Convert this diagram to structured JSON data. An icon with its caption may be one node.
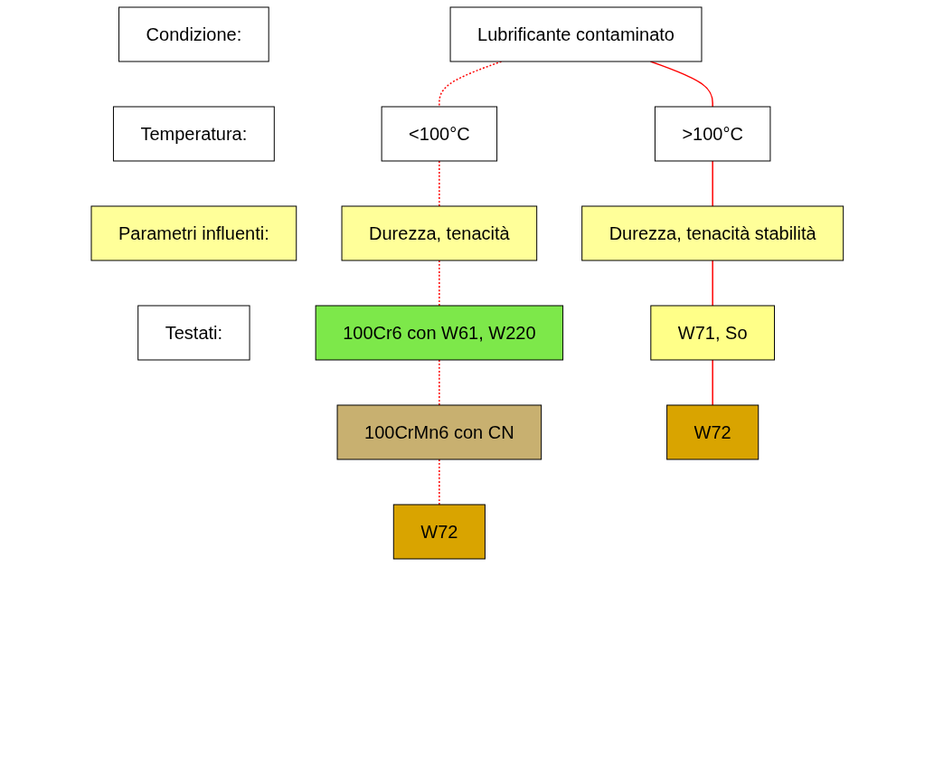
{
  "diagram": {
    "nodes": [
      {
        "text": [
          "Condizione:"
        ]
      },
      {
        "text": [
          "Lubrificante contaminato"
        ]
      },
      {
        "text": [
          "Temperatura:"
        ]
      },
      {
        "text": [
          "<100°C"
        ]
      },
      {
        "text": [
          ">100°C"
        ]
      },
      {
        "text": [
          "Parametri influenti:"
        ]
      },
      {
        "text": [
          "Durezza, tenacità"
        ]
      },
      {
        "text": [
          "Durezza, tenacità stabilità"
        ]
      },
      {
        "text": [
          "Testati:"
        ]
      },
      {
        "text": [
          "100Cr6 con W61, W220"
        ]
      },
      {
        "text": [
          "W71, So"
        ]
      },
      {
        "text": [
          "100CrMn6 con CN"
        ]
      },
      {
        "text": [
          "W72"
        ]
      },
      {
        "text": [
          "W72"
        ]
      }
    ],
    "edges": [
      {
        "from": 1,
        "to": 3,
        "arrow": "none",
        "style": "dashed"
      },
      {
        "from": 3,
        "to": 6,
        "arrow": "none",
        "style": "dashed"
      },
      {
        "from": 6,
        "to": 9,
        "arrow": "none",
        "style": "dashed"
      },
      {
        "from": 9,
        "to": 11,
        "arrow": "none",
        "style": "dashed"
      },
      {
        "from": 11,
        "to": 13,
        "arrow": "none",
        "style": "dashed"
      },
      {
        "from": 1,
        "to": 4,
        "arrow": "none"
      },
      {
        "from": 4,
        "to": 7,
        "arrow": "none"
      },
      {
        "from": 7,
        "to": 10,
        "arrow": "none"
      },
      {
        "from": 10,
        "to": 12,
        "arrow": "none"
      }
    ]
  }
}
